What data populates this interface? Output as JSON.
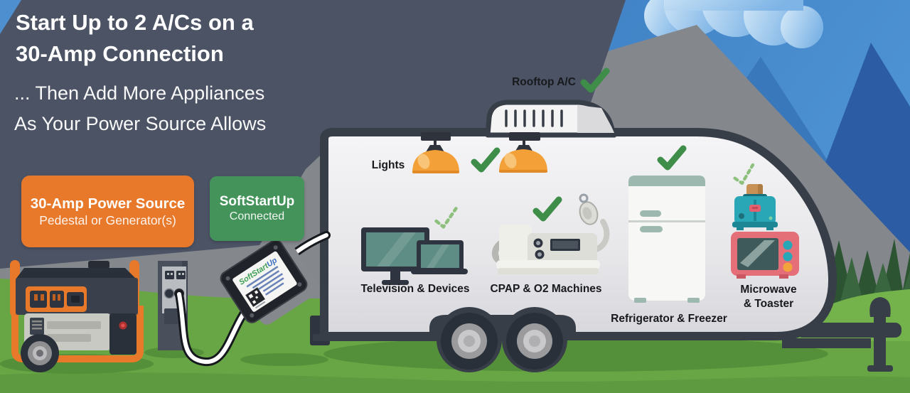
{
  "title": "Start Up to 2 A/Cs on a 30-Amp Connection",
  "headline": {
    "line1": "Start Up to 2 A/Cs on a",
    "line2": "30-Amp Connection",
    "sub1": "... Then Add More Appliances",
    "sub2": "As Your Power Source Allows"
  },
  "badges": {
    "power": {
      "title": "30-Amp Power Source",
      "subtitle": "Pedestal or Generator(s)"
    },
    "device": {
      "title": "SoftStartUp",
      "subtitle": "Connected"
    }
  },
  "device_label": {
    "green": "SoftStart",
    "blue": "Up"
  },
  "appliances": {
    "rooftop_ac": {
      "label": "Rooftop A/C",
      "check": "solid"
    },
    "lights": {
      "label": "Lights",
      "check": "solid"
    },
    "television": {
      "label": "Television & Devices",
      "check": "dashed"
    },
    "cpap": {
      "label": "CPAP & O2 Machines",
      "check": "solid"
    },
    "fridge": {
      "label": "Refrigerator & Freezer",
      "check": "solid"
    },
    "microwave": {
      "label_line1": "Microwave",
      "label_line2": "& Toaster",
      "check": "dashed"
    }
  },
  "colors": {
    "accent_orange": "#E8782A",
    "accent_green": "#44935A",
    "check_solid": "#3E8E4A",
    "check_dashed": "#8CC07C",
    "sky_blue": "#3F81C4",
    "grass_green": "#68A645",
    "slate_mountain": "#4B5365",
    "gray_mountain": "#84878C",
    "trailer_outline": "#383E48"
  }
}
